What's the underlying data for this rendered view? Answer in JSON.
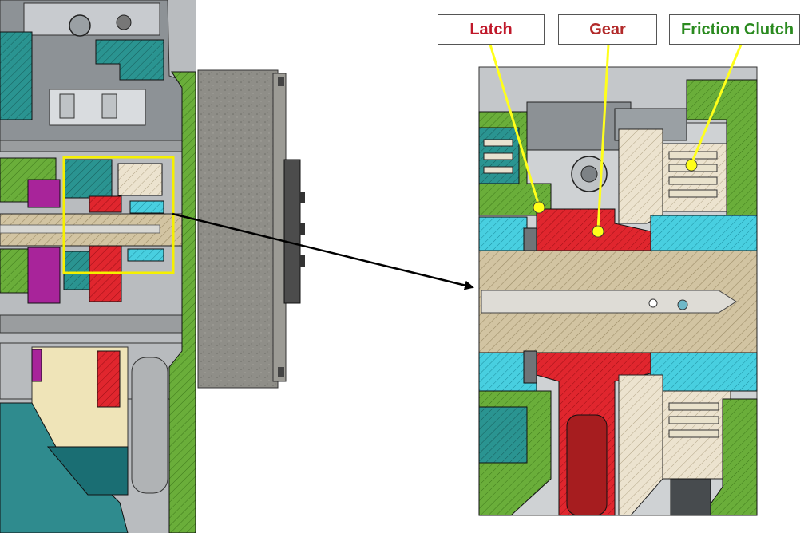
{
  "labels": {
    "latch": "Latch",
    "gear": "Gear",
    "friction_clutch": "Friction Clutch"
  },
  "colors": {
    "latch_text": "#c0182a",
    "gear_text": "#b22a2a",
    "clutch_text": "#2a8a1f",
    "housing_teal": "#1f8a88",
    "shaft_tan": "#c8b996",
    "gear_red": "#d8202a",
    "flywheel_gray": "#8d8c86",
    "cyan_part": "#3fc9d8",
    "magenta_part": "#a8249a",
    "green_part": "#5fa832",
    "highlight_yellow": "#f5f000",
    "callout_yellow": "#ffff1a"
  }
}
